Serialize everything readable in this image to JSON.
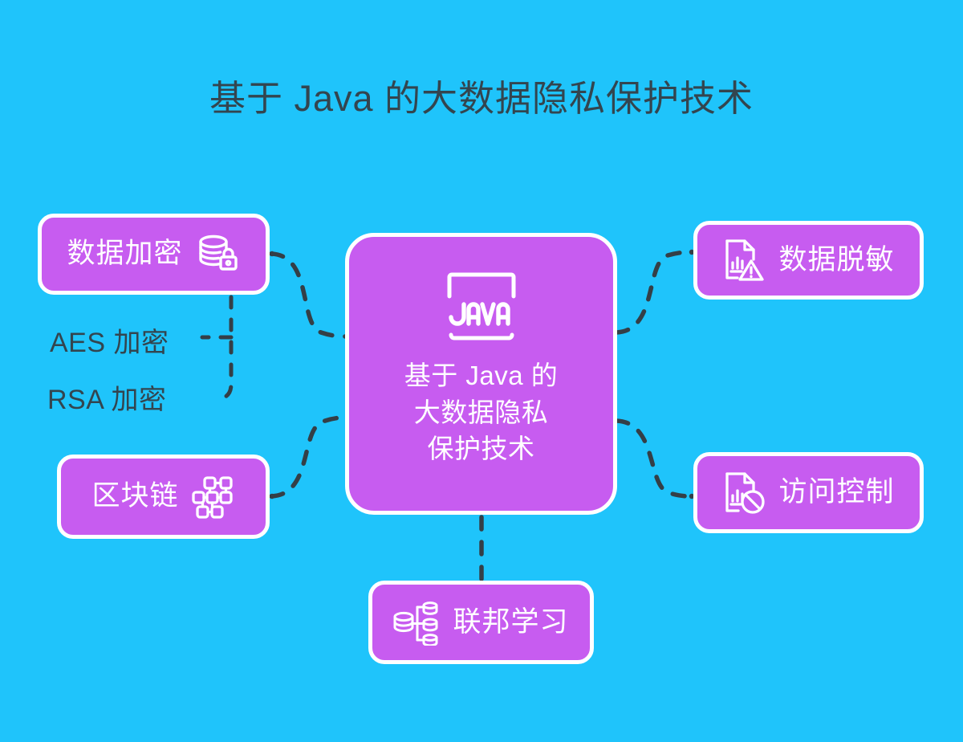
{
  "title": "基于 Java 的大数据隐私保护技术",
  "colors": {
    "background": "#1fc4fb",
    "node_fill": "#c75cf0",
    "node_border": "#ffffff",
    "title_text": "#33454f",
    "node_text": "#ffffff",
    "connector": "#343f47",
    "sub_label_text": "#33454f"
  },
  "center": {
    "icon": "java-logo-icon",
    "lines": [
      "基于 Java 的",
      "大数据隐私",
      "保护技术"
    ]
  },
  "branches": [
    {
      "id": "encryption",
      "label": "数据加密",
      "icon": "database-lock-icon",
      "icon_side": "right",
      "position": "top-left"
    },
    {
      "id": "blockchain",
      "label": "区块链",
      "icon": "blockchain-network-icon",
      "icon_side": "right",
      "position": "bottom-left"
    },
    {
      "id": "masking",
      "label": "数据脱敏",
      "icon": "document-chart-warning-icon",
      "icon_side": "left",
      "position": "top-right"
    },
    {
      "id": "access",
      "label": "访问控制",
      "icon": "document-chart-block-icon",
      "icon_side": "left",
      "position": "bottom-right"
    },
    {
      "id": "federated",
      "label": "联邦学习",
      "icon": "federated-database-icon",
      "icon_side": "left",
      "position": "bottom-center"
    }
  ],
  "sub_labels": [
    {
      "id": "aes",
      "label": "AES 加密",
      "parent": "encryption"
    },
    {
      "id": "rsa",
      "label": "RSA 加密",
      "parent": "encryption"
    }
  ]
}
